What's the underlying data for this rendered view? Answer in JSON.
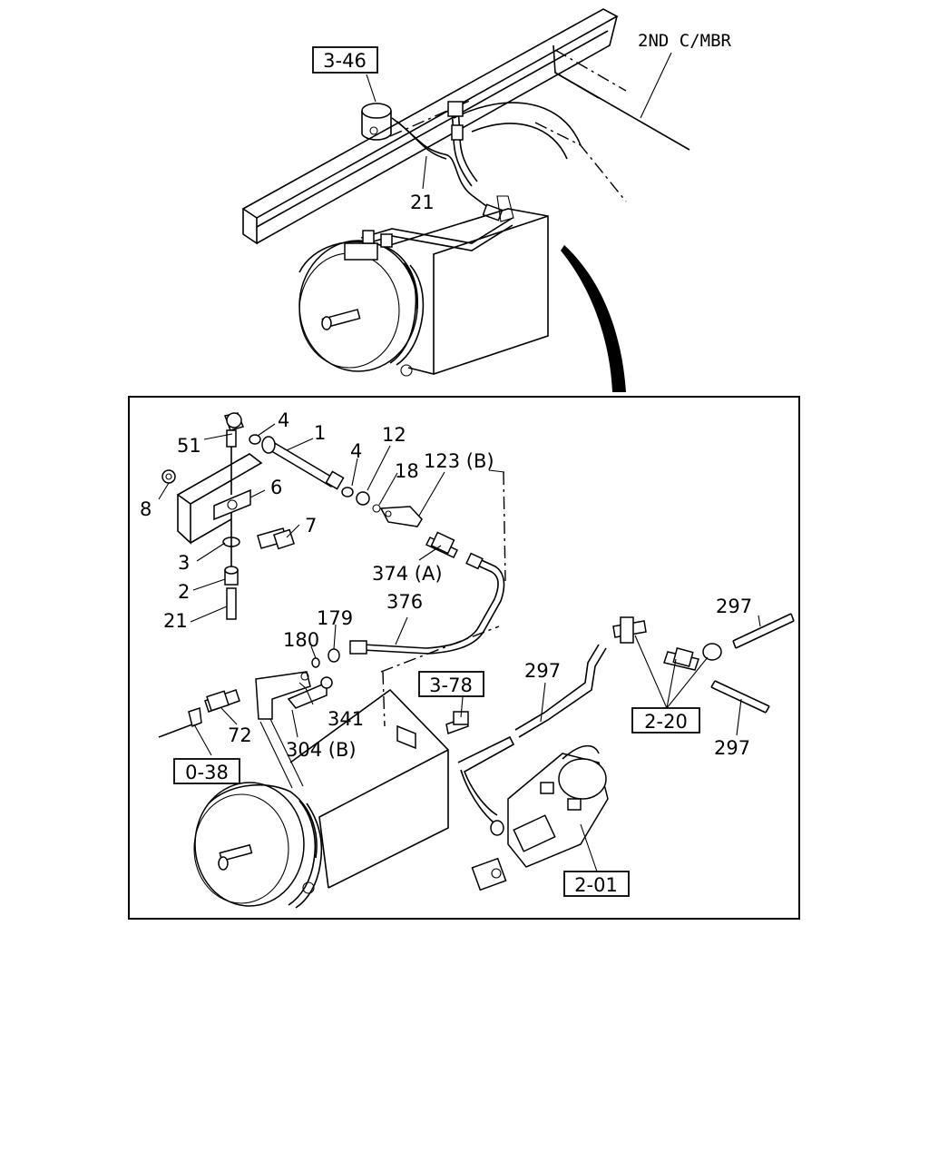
{
  "frame_label": "2ND C/MBR",
  "references": {
    "r346": "3-46",
    "r378": "3-78",
    "r220": "2-20",
    "r038": "0-38",
    "r201": "2-01"
  },
  "top_callouts": {
    "p21": "21"
  },
  "detail_callouts": {
    "p51": "51",
    "p4a": "4",
    "p1": "1",
    "p4b": "4",
    "p12": "12",
    "p18": "18",
    "p123b": "123 (B)",
    "p8": "8",
    "p6": "6",
    "p7": "7",
    "p3": "3",
    "p2": "2",
    "p21": "21",
    "p374a": "374 (A)",
    "p376": "376",
    "p179": "179",
    "p180": "180",
    "p72": "72",
    "p341": "341",
    "p304b": "304 (B)",
    "p297a": "297",
    "p297b": "297",
    "p297c": "297"
  }
}
